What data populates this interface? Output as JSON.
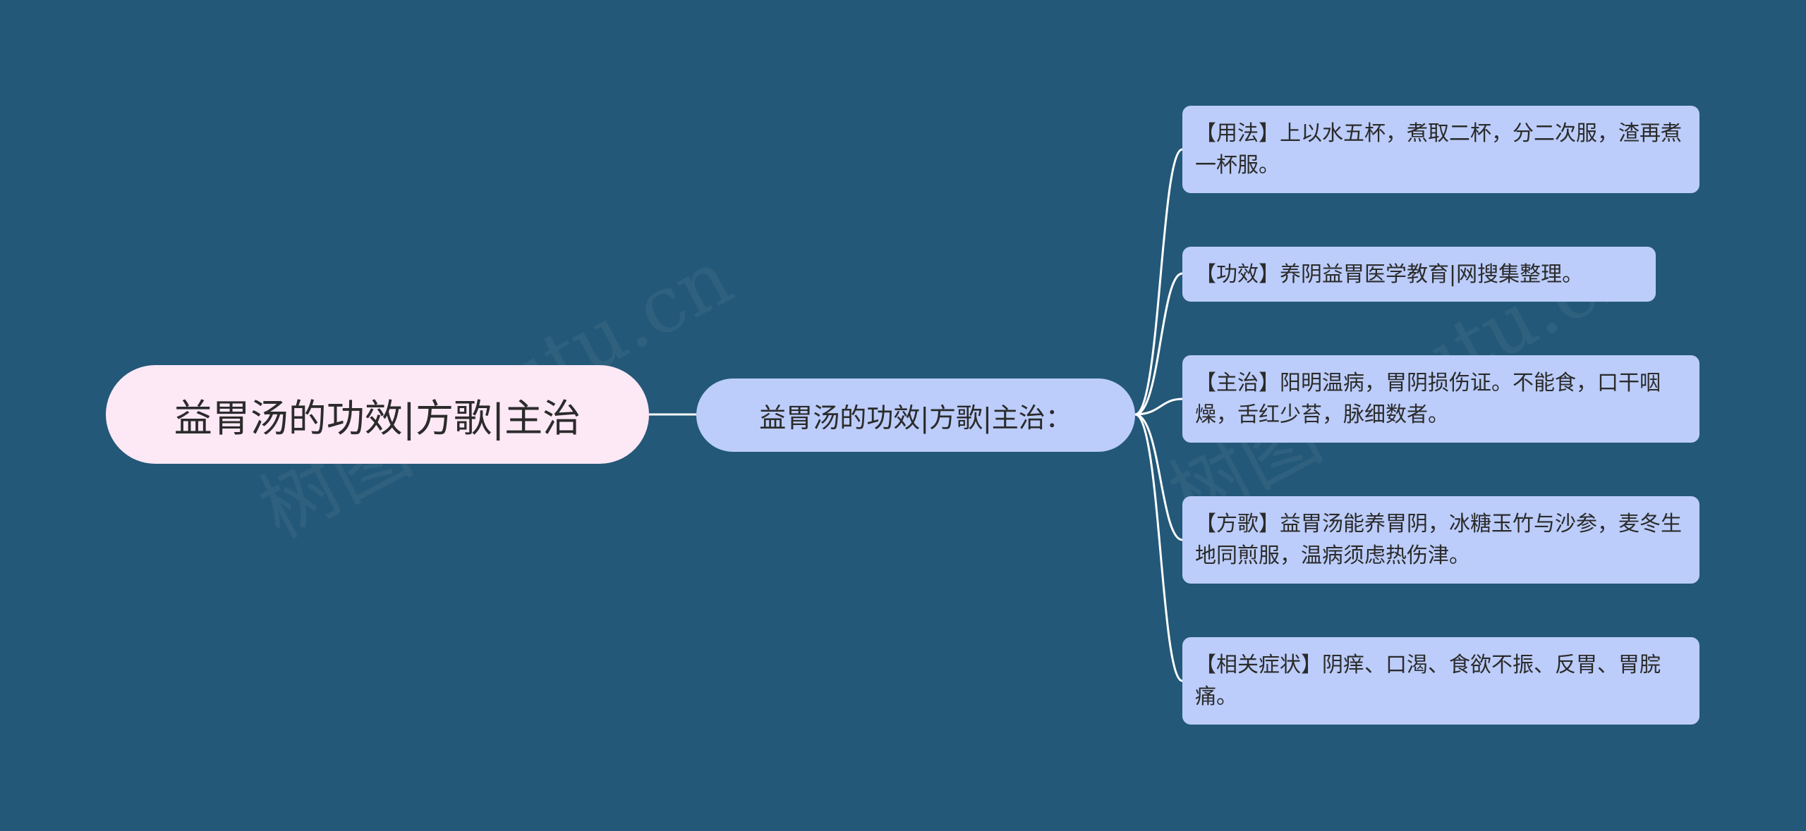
{
  "root": {
    "label": "益胃汤的功效|方歌|主治"
  },
  "mid": {
    "label": "益胃汤的功效|方歌|主治："
  },
  "leaves": [
    {
      "text": "【用法】上以水五杯，煮取二杯，分二次服，渣再煮一杯服。"
    },
    {
      "text": "【功效】养阴益胃医学教育|网搜集整理。"
    },
    {
      "text": "【主治】阳明温病，胃阴损伤证。不能食，口干咽燥，舌红少苔，脉细数者。"
    },
    {
      "text": "【方歌】益胃汤能养胃阴，冰糖玉竹与沙参，麦冬生地同煎服，温病须虑热伤津。"
    },
    {
      "text": "【相关症状】阴痒、口渴、食欲不振、反胃、胃脘痛。"
    }
  ],
  "watermark": "树图 shutu.cn",
  "colors": {
    "background": "#235878",
    "root_fill": "#fde8f6",
    "node_fill": "#bccdfb",
    "connector": "#ffffff"
  }
}
